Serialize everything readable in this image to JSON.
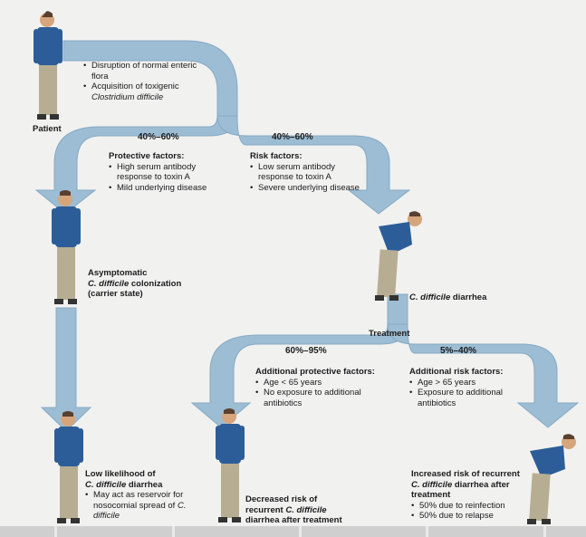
{
  "patient": {
    "label": "Patient",
    "bullets": [
      "Disruption of normal enteric flora",
      "Acquisition of toxigenic"
    ],
    "bullet2_italic": "Clostridium difficile"
  },
  "left_branch": {
    "percent": "40%–60%",
    "factors_title": "Protective factors:",
    "factors": [
      "High serum antibody response to toxin A",
      "Mild underlying disease"
    ]
  },
  "right_branch": {
    "percent": "40%–60%",
    "factors_title": "Risk factors:",
    "factors": [
      "Low serum antibody response to toxin A",
      "Severe underlying disease"
    ]
  },
  "asymptomatic": {
    "line1": "Asymptomatic",
    "line2_italic": "C. difficile",
    "line2_rest": " colonization",
    "line3": "(carrier state)"
  },
  "diarrhea": {
    "italic": "C. difficile",
    "rest": " diarrhea"
  },
  "treatment": {
    "label": "Treatment"
  },
  "treatment_left": {
    "percent": "60%–95%",
    "factors_title": "Additional protective factors:",
    "factors": [
      "Age < 65 years",
      "No exposure to additional antibiotics"
    ]
  },
  "treatment_right": {
    "percent": "5%–40%",
    "factors_title": "Additional risk factors:",
    "factors": [
      "Age > 65 years",
      "Exposure to additional antibiotics"
    ]
  },
  "low_likelihood": {
    "title1": "Low likelihood of",
    "title2_italic": "C. difficile",
    "title2_rest": " diarrhea",
    "bullet_text": "May act as reservoir for nosocomial spread of",
    "bullet_italic": "C. difficile"
  },
  "decreased_risk": {
    "line1": "Decreased risk of",
    "line2_start": "recurrent ",
    "line2_italic": "C. difficile",
    "line3": "diarrhea after treatment"
  },
  "increased_risk": {
    "line1": "Increased risk of recurrent",
    "line2_italic": "C. difficile",
    "line2_rest": " diarrhea after",
    "line3": "treatment",
    "bullets": [
      "50% due to reinfection",
      "50% due to relapse"
    ]
  },
  "colors": {
    "arrow": "#9cbdd3",
    "arrow_edge": "#7ea3bc",
    "shirt": "#2c5d98",
    "pants": "#b7ad92",
    "skin": "#d6a57c",
    "background": "#f1f1f0"
  }
}
